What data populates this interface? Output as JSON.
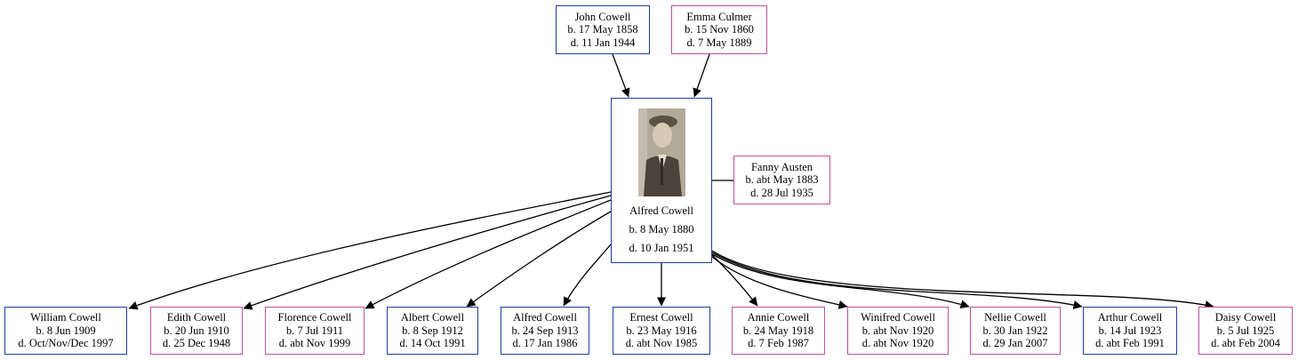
{
  "colors": {
    "male_border": "#1f3f9e",
    "female_border": "#c0509c",
    "edge": "#000000"
  },
  "parents": [
    {
      "id": "john",
      "sex": "m",
      "name": "John Cowell",
      "born": "b. 17 May 1858",
      "died": "d. 11 Jan 1944"
    },
    {
      "id": "emma",
      "sex": "f",
      "name": "Emma Culmer",
      "born": "b. 15 Nov 1860",
      "died": "d. 7 May 1889"
    }
  ],
  "subject": {
    "id": "alfred",
    "sex": "m",
    "name": "Alfred Cowell",
    "born": "b. 8 May 1880",
    "died": "d. 10 Jan 1951",
    "photo": "portrait-photo"
  },
  "spouse": {
    "id": "fanny",
    "sex": "f",
    "name": "Fanny Austen",
    "born": "b. abt May 1883",
    "died": "d. 28 Jul 1935"
  },
  "children": [
    {
      "id": "william",
      "sex": "m",
      "name": "William Cowell",
      "born": "b. 8 Jun 1909",
      "died": "d. Oct/Nov/Dec 1997"
    },
    {
      "id": "edith",
      "sex": "f",
      "name": "Edith Cowell",
      "born": "b. 20 Jun 1910",
      "died": "d. 25 Dec 1948"
    },
    {
      "id": "florence",
      "sex": "f",
      "name": "Florence Cowell",
      "born": "b. 7 Jul 1911",
      "died": "d. abt Nov 1999"
    },
    {
      "id": "albert",
      "sex": "m",
      "name": "Albert Cowell",
      "born": "b. 8 Sep 1912",
      "died": "d. 14 Oct 1991"
    },
    {
      "id": "alfred2",
      "sex": "m",
      "name": "Alfred Cowell",
      "born": "b. 24 Sep 1913",
      "died": "d. 17 Jan 1986"
    },
    {
      "id": "ernest",
      "sex": "m",
      "name": "Ernest Cowell",
      "born": "b. 23 May 1916",
      "died": "d. abt Nov 1985"
    },
    {
      "id": "annie",
      "sex": "f",
      "name": "Annie Cowell",
      "born": "b. 24 May 1918",
      "died": "d. 7 Feb 1987"
    },
    {
      "id": "winifred",
      "sex": "f",
      "name": "Winifred Cowell",
      "born": "b. abt Nov 1920",
      "died": "d. abt Nov 1920"
    },
    {
      "id": "nellie",
      "sex": "f",
      "name": "Nellie Cowell",
      "born": "b. 30 Jan 1922",
      "died": "d. 29 Jan 2007"
    },
    {
      "id": "arthur",
      "sex": "m",
      "name": "Arthur Cowell",
      "born": "b. 14 Jul 1923",
      "died": "d. abt Feb 1991"
    },
    {
      "id": "daisy",
      "sex": "f",
      "name": "Daisy Cowell",
      "born": "b. 5 Jul 1925",
      "died": "d. abt Feb 2004"
    }
  ]
}
